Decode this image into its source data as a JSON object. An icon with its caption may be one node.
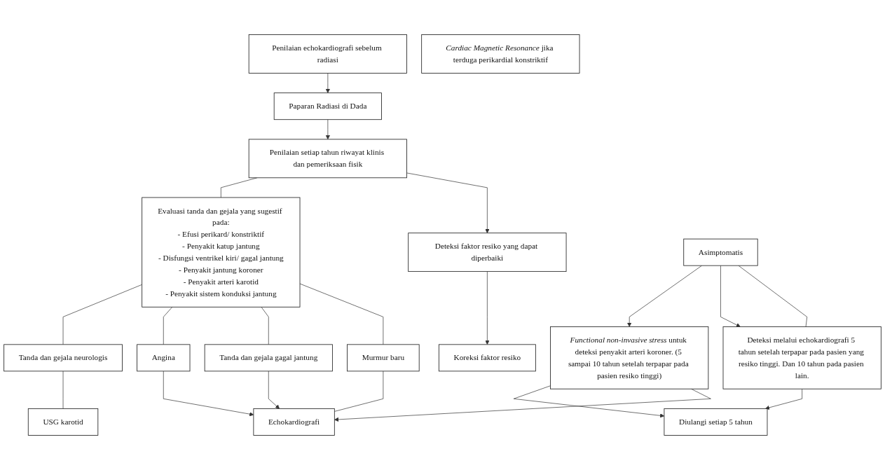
{
  "diagram": {
    "nodes": [
      {
        "text": [
          "Penilaian echokardiografi sebelum radiasi"
        ]
      },
      {
        "text": [
          "Paparan Radiasi di Dada"
        ]
      },
      {
        "text": [
          "Penilaian setiap tahun riwayat klinis dan pemeriksaan fisik"
        ]
      },
      {
        "text": [
          "Deteksi faktor resiko yang dapat diperbaiki"
        ]
      },
      {
        "text": [
          "Evaluasi tanda dan gejala yang sugestif pada:",
          "- Efusi perikard/ konstriktif",
          "- Penyakit katup jantung",
          "- Disfungsi ventrikel kiri/ gagal jantung",
          "- Penyakit jantung koroner",
          "- Penyakit arteri karotid",
          "- Penyakit sistem konduksi jantung"
        ]
      },
      {
        "text": [
          "Murmur baru"
        ]
      },
      {
        "text": [
          "Echokardiografi"
        ]
      },
      {
        "text": [
          "Tanda dan gejala gagal jantung"
        ]
      },
      {
        "text": [
          "*Cardiac Magnetic Resonance* jika terduga perikardial konstriktif"
        ]
      },
      {
        "text": [
          "Angina"
        ]
      },
      {
        "text": [
          "USG karotid"
        ]
      },
      {
        "text": [
          "Tanda dan gejala neurologis"
        ]
      },
      {
        "text": [
          "Koreksi faktor resiko"
        ]
      },
      {
        "text": [
          "Asimptomatis"
        ]
      },
      {
        "text": [
          "Deteksi melalui echokardiografi 5 tahun setelah terpapar pada pasien yang resiko tinggi. Dan 10 tahun pada pasien lain."
        ]
      },
      {
        "text": [
          "*Functional non-invasive stress* untuk deteksi penyakit arteri koroner. (5 sampai 10 tahun setelah terpapar pada pasien resiko tinggi)"
        ]
      },
      {
        "text": [
          "Diulangi setiap 5 tahun"
        ]
      }
    ],
    "edges": [
      {
        "from": 0,
        "to": 1,
        "arrow": "to"
      },
      {
        "from": 1,
        "to": 2,
        "arrow": "to"
      },
      {
        "from": 2,
        "to": 3,
        "arrow": "to"
      },
      {
        "from": 2,
        "to": 4,
        "arrow": "none"
      },
      {
        "from": 3,
        "to": 12,
        "arrow": "to"
      },
      {
        "from": 4,
        "to": 5,
        "arrow": "none"
      },
      {
        "from": 4,
        "to": 7,
        "arrow": "none"
      },
      {
        "from": 4,
        "to": 9,
        "arrow": "none"
      },
      {
        "from": 4,
        "to": 11,
        "arrow": "none"
      },
      {
        "from": 5,
        "to": 6,
        "arrow": "none"
      },
      {
        "from": 7,
        "to": 6,
        "arrow": "to"
      },
      {
        "from": 9,
        "to": 6,
        "arrow": "to"
      },
      {
        "from": 11,
        "to": 10,
        "arrow": "none"
      },
      {
        "from": 13,
        "to": 14,
        "arrow": "none"
      },
      {
        "from": 13,
        "to": 14,
        "arrow": "to"
      },
      {
        "from": 13,
        "to": 15,
        "arrow": "to"
      },
      {
        "from": 15,
        "to": 6,
        "arrow": "to"
      },
      {
        "from": 14,
        "to": 16,
        "arrow": "to"
      },
      {
        "from": 15,
        "to": 16,
        "arrow": "to"
      }
    ]
  }
}
